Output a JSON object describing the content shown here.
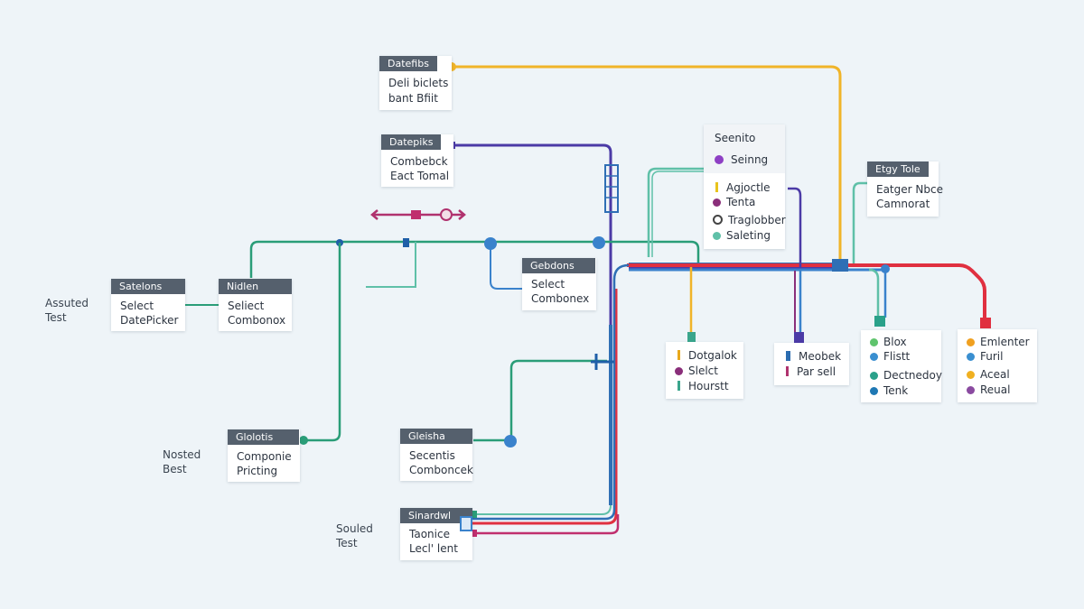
{
  "side_labels": {
    "assuted": [
      "Assuted",
      "Test"
    ],
    "nosted": [
      "Nosted",
      "Best"
    ],
    "souled": [
      "Souled",
      "Test"
    ]
  },
  "nodes": {
    "datefibs": {
      "header": "Datefibs",
      "lines": [
        "Deli biclets",
        "bant Bfiit"
      ]
    },
    "datepiks": {
      "header": "Datepiks",
      "lines": [
        "Combebck",
        "Eact Tomal"
      ]
    },
    "satelons": {
      "header": "Satelons",
      "lines": [
        "Select",
        "DatePicker"
      ]
    },
    "nidlen": {
      "header": "Nidlen",
      "lines": [
        "Seliect",
        "Combonox"
      ]
    },
    "gebdons": {
      "header": "Gebdons",
      "lines": [
        "Select",
        "Combonex"
      ]
    },
    "glolotis": {
      "header": "Glolotis",
      "lines": [
        "Componie",
        "Pricting"
      ]
    },
    "gleisha": {
      "header": "Gleisha",
      "lines": [
        "Secentis",
        "Comboncek"
      ]
    },
    "sinardwl": {
      "header": "Sinardwl",
      "lines": [
        "Taonice",
        "Lecl' lent"
      ]
    },
    "etgy_tole": {
      "header": "Etgy Tole",
      "lines": [
        "Eatger Nbce",
        "Camnorat"
      ]
    }
  },
  "seenito": {
    "title": "Seenito",
    "selected": {
      "label": "Seinng",
      "color": "#8e3fc4"
    },
    "items": [
      {
        "label": "Agjoctle",
        "marker": "bar",
        "color": "#e8c31c"
      },
      {
        "label": "Tenta",
        "marker": "dot",
        "color": "#8a2e7a"
      },
      {
        "label": "Traglobber",
        "marker": "ring",
        "color": "#444444"
      },
      {
        "label": "Saleting",
        "marker": "dot",
        "color": "#5fc0a8"
      }
    ]
  },
  "legends": {
    "dotgalok": [
      {
        "label": "Dotgalok",
        "marker": "bar",
        "color": "#e8a81c"
      },
      {
        "label": "Slelct",
        "marker": "dot",
        "color": "#8a2e7a"
      },
      {
        "label": "Hourstt",
        "marker": "bar",
        "color": "#3aa58c"
      }
    ],
    "meobek": [
      {
        "label": "Meobek",
        "marker": "bar",
        "color": "#2b6cb0"
      },
      {
        "label": "Par sell",
        "marker": "bar",
        "color": "#b0326e"
      }
    ],
    "blox": [
      {
        "label": "Blox",
        "marker": "dot",
        "color": "#5fc46d"
      },
      {
        "label": "Flistt",
        "marker": "dot",
        "color": "#3a8fd0"
      },
      {
        "label": "Dectnedoy",
        "marker": "dot",
        "color": "#2aa18a"
      },
      {
        "label": "Tenk",
        "marker": "dot",
        "color": "#1f78b4"
      }
    ],
    "emlenter": [
      {
        "label": "Emlenter",
        "marker": "dot",
        "color": "#f0a020"
      },
      {
        "label": "Furil",
        "marker": "dot",
        "color": "#3a8fd0"
      },
      {
        "label": "Aceal",
        "marker": "dot",
        "color": "#f0b020"
      },
      {
        "label": "Reual",
        "marker": "dot",
        "color": "#8a4aa0"
      }
    ]
  },
  "colors": {
    "green": "#2a9d78",
    "teal": "#5fc0a8",
    "yellow": "#f0b429",
    "purple": "#4b3aa6",
    "blue": "#3a82cc",
    "red": "#e03040",
    "magenta": "#c02f6e",
    "steel": "#2f6fb5"
  }
}
